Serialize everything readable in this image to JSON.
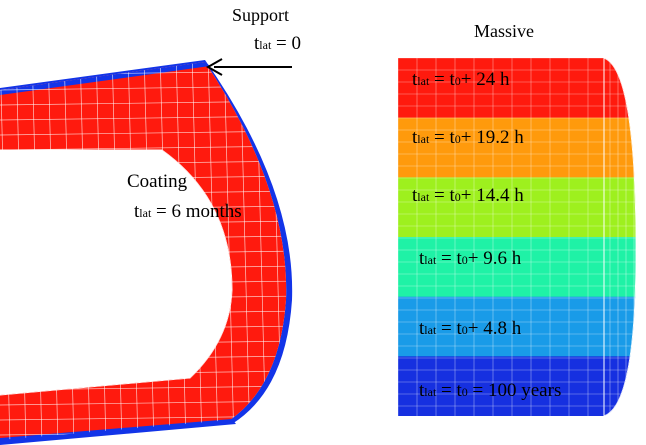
{
  "colors": {
    "coating_red": "#ff1a0e",
    "support_blue": "#1234e8",
    "band_red": "#ff1a0e",
    "band_orange": "#ff9a0c",
    "band_yellowgreen": "#9ef01e",
    "band_cyan": "#1ff2a6",
    "band_lightblue": "#199be8",
    "band_blue": "#1630e0",
    "mesh_line": "#ffffff"
  },
  "left": {
    "support_title": "Support",
    "support_age_symbol": "t",
    "support_age_sub": "lat",
    "support_age_value": " = 0",
    "coating_title": "Coating",
    "coating_age_symbol": "t",
    "coating_age_sub": "lat",
    "coating_age_value": " = 6 months"
  },
  "right": {
    "massive_title": "Massive",
    "bands": [
      {
        "symbol": "t",
        "sub": "lat",
        "mid": " = t",
        "sub0": "0",
        "value": "+ 24 h"
      },
      {
        "symbol": "t",
        "sub": "lat",
        "mid": " = t",
        "sub0": "0",
        "value": "+ 19.2 h"
      },
      {
        "symbol": "t",
        "sub": "lat",
        "mid": " = t",
        "sub0": "0",
        "value": "+ 14.4 h"
      },
      {
        "symbol": "t",
        "sub": "lat",
        "mid": " = t",
        "sub0": "0",
        "value": "+ 9.6 h"
      },
      {
        "symbol": "t",
        "sub": "lat",
        "mid": " = t",
        "sub0": "0",
        "value": "+ 4.8 h"
      },
      {
        "symbol": "t",
        "sub": "lat",
        "mid": " = t",
        "sub0": "0",
        "value": " = 100 years"
      }
    ]
  }
}
